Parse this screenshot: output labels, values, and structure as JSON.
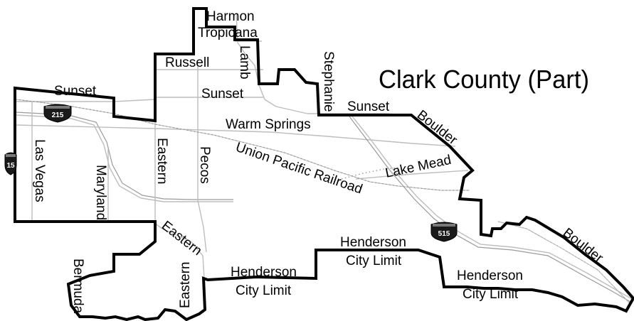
{
  "map": {
    "title": "Clark County (Part)",
    "colors": {
      "boundary": "#000000",
      "road": "#bdbdbd",
      "rail": "#8a8a8a",
      "background": "#ffffff",
      "shield": "#1a1a1a"
    },
    "labels": {
      "harmon": "Harmon",
      "tropicana": "Tropicana",
      "russell": "Russell",
      "lamb": "Lamb",
      "stephanie": "Stephanie",
      "sunset_west": "Sunset",
      "sunset_mid": "Sunset",
      "sunset_east": "Sunset",
      "warm_springs": "Warm Springs",
      "boulder_upper": "Boulder",
      "boulder_lower": "Boulder",
      "las_vegas": "Las Vegas",
      "maryland": "Maryland",
      "eastern_upper": "Eastern",
      "eastern_diag": "Eastern",
      "eastern_lower": "Eastern",
      "pecos": "Pecos",
      "union_pacific": "Union Pacific Railroad",
      "lake_mead": "Lake Mead",
      "bermuda": "Bermuda",
      "henderson_city_limit_left": [
        "Henderson",
        "City Limit"
      ],
      "henderson_city_limit_mid": [
        "Henderson",
        "City Limit"
      ],
      "henderson_city_limit_right": [
        "Henderson",
        "City Limit"
      ]
    },
    "shields": {
      "i15": "15",
      "i215": "215",
      "i515": "515"
    }
  }
}
